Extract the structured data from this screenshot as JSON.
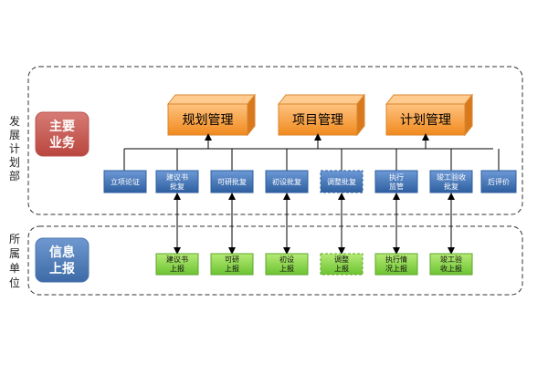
{
  "side_labels": {
    "upper": [
      "发",
      "展",
      "计",
      "划",
      "部"
    ],
    "lower": [
      "所",
      "属",
      "单",
      "位"
    ]
  },
  "sections": {
    "main_business": [
      "主要",
      "业务"
    ],
    "info_report": [
      "信息",
      "上报"
    ]
  },
  "top_boxes": [
    "规划管理",
    "项目管理",
    "计划管理"
  ],
  "blue_boxes": [
    [
      "立项论证"
    ],
    [
      "建议书",
      "批复"
    ],
    [
      "可研批复"
    ],
    [
      "初设批复"
    ],
    [
      "调整批复"
    ],
    [
      "执行",
      "监管"
    ],
    [
      "竣工验收",
      "批复"
    ],
    [
      "后评价"
    ]
  ],
  "green_boxes": [
    [
      "建议书",
      "上报"
    ],
    [
      "可研",
      "上报"
    ],
    [
      "初设",
      "上报"
    ],
    [
      "调整",
      "上报"
    ],
    [
      "执行情",
      "况上报"
    ],
    [
      "竣工验",
      "收上报"
    ]
  ],
  "colors": {
    "orange": "#f7a24b",
    "orange_dark": "#d97c1f",
    "blue": "#4678b8",
    "blue_dark": "#2d5b97",
    "green": "#8fd14f",
    "green_dark": "#5ea72a",
    "section_red": "#c85a54",
    "section_blue": "#4a78b3"
  }
}
